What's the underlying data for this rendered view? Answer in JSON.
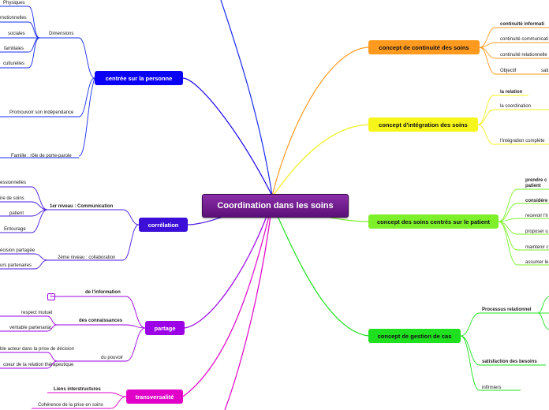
{
  "root": "Coordination dans les soins",
  "branches": {
    "centree": "centrée sur la personne",
    "correlation": "corrélation",
    "partage": "partage",
    "transversalite": "transversalité",
    "continuite": "concept de continuité des soins",
    "integration": "concept d'intégration des soins",
    "centres_patient": "concept des soins centrés sur le patient",
    "gestion_cas": "concept de gestion de cas"
  },
  "centree": {
    "dimensions": "Dimensions",
    "physiques": "Physiques",
    "emotionnelles": "motionnelles",
    "sociales": "sociales",
    "familiales": "familiales",
    "culturelles": "culturelles",
    "independance": "Promouvoir son indépendance",
    "famille": "Famille : rôle de porte-parole"
  },
  "correlation": {
    "niveau1": "1er niveau : Communication",
    "professionnelles": "essionnelles",
    "soins": "ire de soins",
    "patient": "patient",
    "entourage": "Entourage",
    "niveau2": "2ème niveau : collaboration",
    "decision": "écision partagée",
    "partenaires": "urs partenaires"
  },
  "partage": {
    "information": "de l'information",
    "connaissances": "des connaissances",
    "respect": "respect mutuel",
    "partenariat": "véritable partenariat",
    "pouvoir": "du pouvoir",
    "acteur": "ble acteur dans la prise de décision",
    "coeur": "coeur de la relation thérapeutique"
  },
  "transversalite": {
    "liens": "Liens interstructures",
    "coherence": "Cohérence de la prise en soins"
  },
  "continuite": {
    "information": "continuité informati",
    "communication": "continuité communicati",
    "relationnelle": "continuité relationnelle",
    "objectif": "Objectif",
    "sati": "sati"
  },
  "integration": {
    "relation": "la relation",
    "coordination": "la coordination",
    "complete": "l'intégration complète"
  },
  "centres_patient": {
    "prendre": "prendre c",
    "prendre2": "patient",
    "considerer": "considére",
    "recevoir": "recevoir l'ir",
    "proposer": "proposer u",
    "maintenir": "maintenir c",
    "assumer": "assumer le"
  },
  "gestion_cas": {
    "processus": "Processus relationnel",
    "satisfaction": "satisfaction des besoins",
    "infirmiers": "infirmiers"
  },
  "colors": {
    "root": "#6a1b8a",
    "centree": "#0a00f5",
    "correlation": "#3c0fd8",
    "partage": "#9b00e6",
    "transversalite": "#e000c8",
    "continuite": "#ff9a1f",
    "integration": "#f6f61a",
    "centres_patient": "#7ef02a",
    "gestion_cas": "#1ee01e"
  }
}
